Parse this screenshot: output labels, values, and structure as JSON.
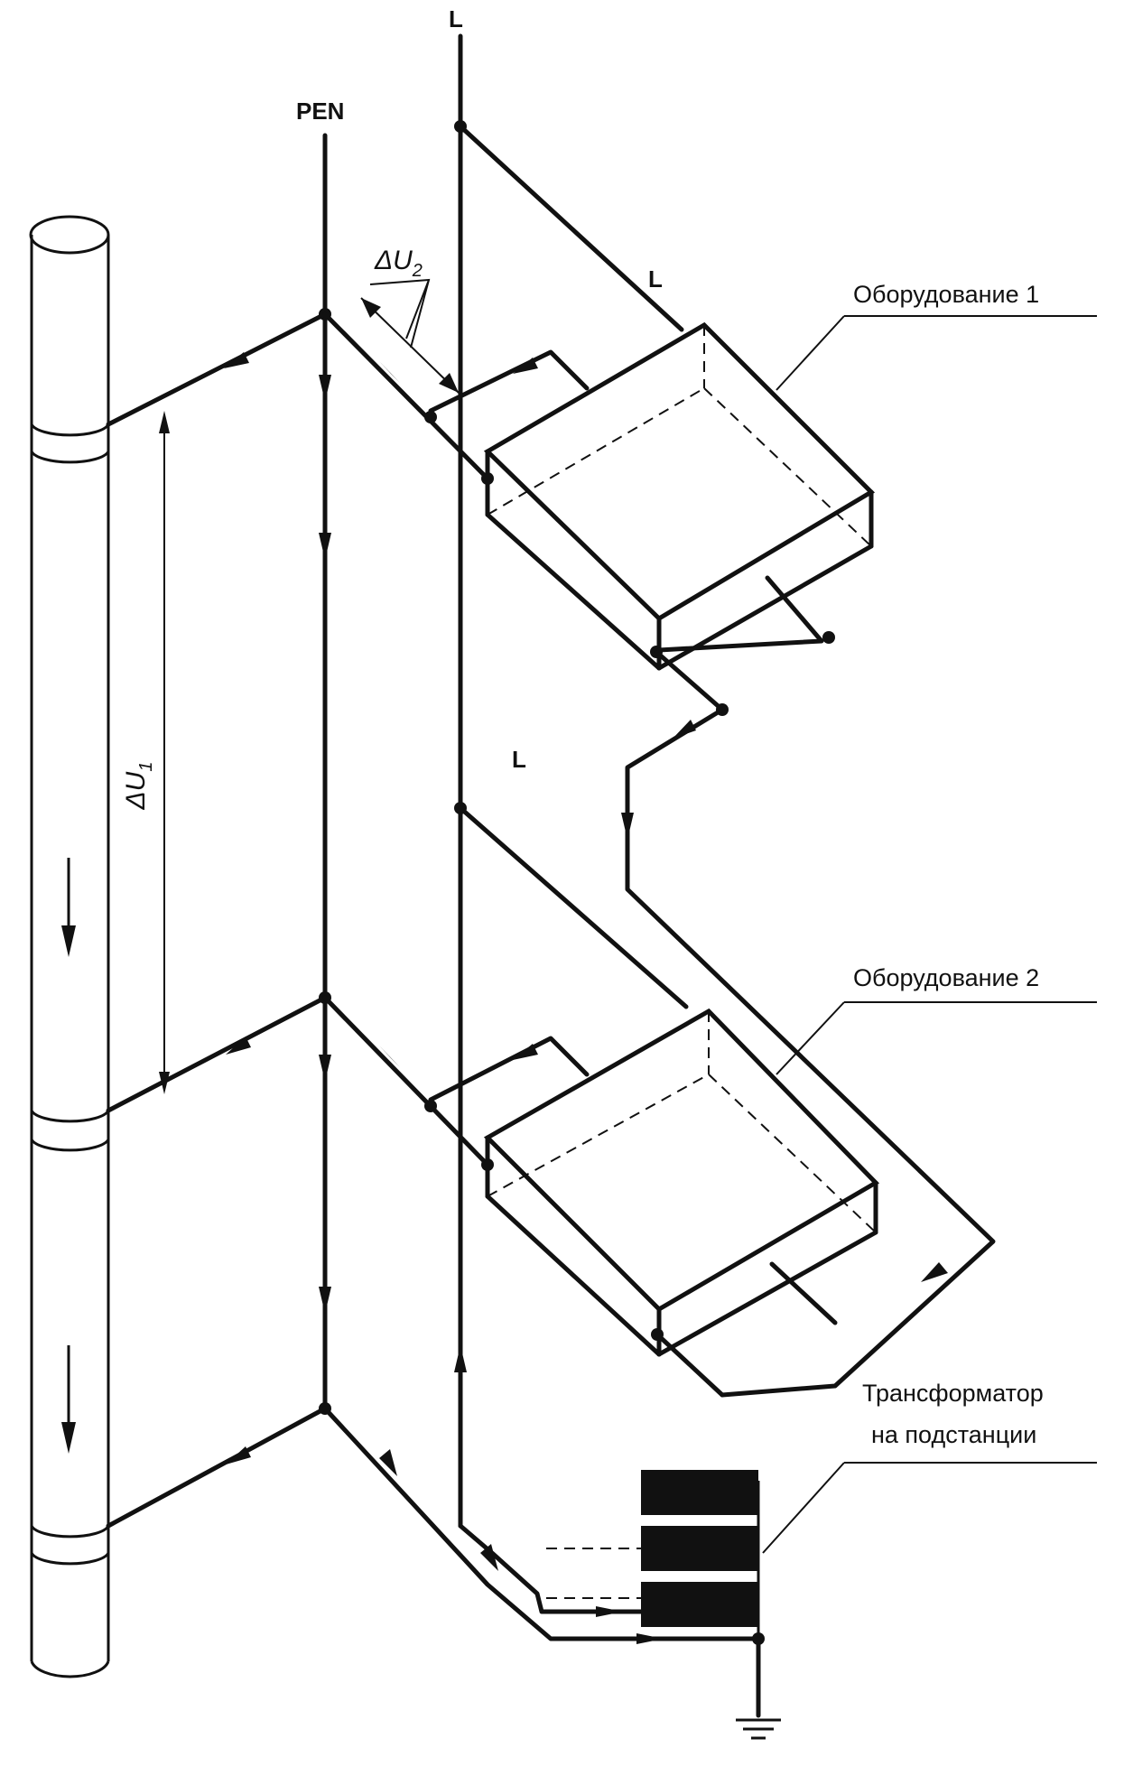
{
  "labels": {
    "l_top": "L",
    "l_upper_branch": "L",
    "l_middle": "L",
    "pen": "PEN",
    "delta_u2": {
      "symbol": "ΔU",
      "subscript": "2"
    },
    "delta_u1": {
      "symbol": "ΔU",
      "subscript": "1"
    }
  },
  "equipment": [
    {
      "name": "Оборудование 1"
    },
    {
      "name": "Оборудование 2"
    }
  ],
  "transformer": {
    "line1": "Трансформатор",
    "line2": "на подстанции"
  },
  "colors": {
    "ink": "#111111",
    "background": "#ffffff"
  }
}
